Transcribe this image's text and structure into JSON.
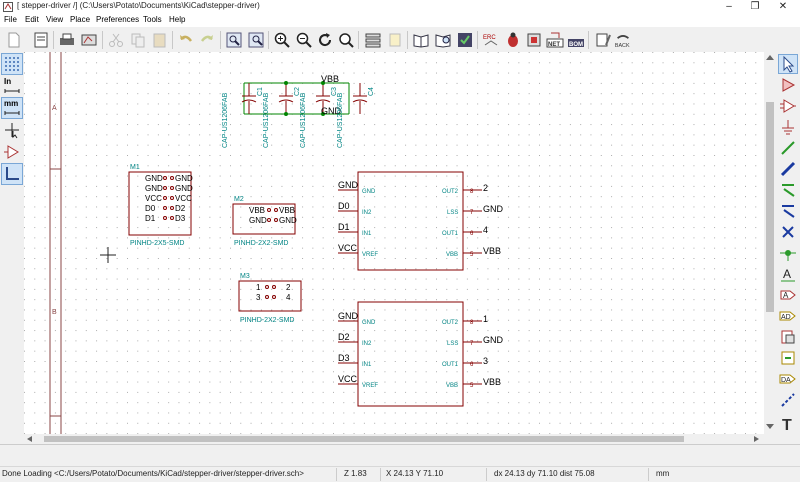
{
  "window": {
    "title": "[ stepper-driver /] (C:\\Users\\Potato\\Documents\\KiCad\\stepper-driver)",
    "minimize": "–",
    "maximize": "❐",
    "close": "✕"
  },
  "menu": [
    "File",
    "Edit",
    "View",
    "Place",
    "Preferences",
    "Tools",
    "Help"
  ],
  "left_toolbar": {
    "units_in": "In",
    "units_mm": "mm"
  },
  "schematic": {
    "frame_labels": [
      "A",
      "B"
    ],
    "caps": [
      {
        "ref": "C1",
        "value": "CAP-US1206FAB"
      },
      {
        "ref": "C2",
        "value": "CAP-US1206FAB"
      },
      {
        "ref": "C3",
        "value": "CAP-US1206FAB"
      },
      {
        "ref": "C4",
        "value": "CAP-US1206FAB"
      }
    ],
    "cap_vbb": "VBB",
    "cap_gnd": "GND",
    "m1": {
      "ref": "M1",
      "value": "PINHD-2X5-SMD",
      "left": [
        "GND",
        "GND",
        "VCC",
        "D0",
        "D1"
      ],
      "right": [
        "GND",
        "GND",
        "VCC",
        "D2",
        "D3"
      ]
    },
    "m2": {
      "ref": "M2",
      "value": "PINHD-2X2-SMD",
      "left": [
        "VBB",
        "GND"
      ],
      "right": [
        "VBB",
        "GND"
      ]
    },
    "m3": {
      "ref": "M3",
      "value": "PINHD-2X2-SMD",
      "left": [
        "1",
        "3"
      ],
      "right": [
        "2",
        "4"
      ]
    },
    "u1": {
      "left_nets": [
        "GND",
        "D0",
        "D1",
        "VCC"
      ],
      "left_pins": [
        "GND",
        "IN2",
        "IN1",
        "VREF"
      ],
      "right_pins": [
        "OUT2",
        "LSS",
        "OUT1",
        "VBB"
      ],
      "right_nums": [
        "8",
        "7",
        "6",
        "5"
      ],
      "right_nets": [
        "2",
        "GND",
        "4",
        "VBB"
      ]
    },
    "u2": {
      "left_nets": [
        "GND",
        "D2",
        "D3",
        "VCC"
      ],
      "left_pins": [
        "GND",
        "IN2",
        "IN1",
        "VREF"
      ],
      "right_pins": [
        "OUT2",
        "LSS",
        "OUT1",
        "VBB"
      ],
      "right_nums": [
        "8",
        "7",
        "6",
        "5"
      ],
      "right_nets": [
        "1",
        "GND",
        "3",
        "VBB"
      ]
    }
  },
  "status": {
    "message": "Done Loading <C:/Users/Potato/Documents/KiCad/stepper-driver/stepper-driver.sch>",
    "zoom": "Z 1.83",
    "xy": "X 24.13  Y 71.10",
    "delta": "dx 24.13  dy 71.10  dist 75.08",
    "units": "mm"
  },
  "colors": {
    "wire": "#008400",
    "body": "#840000",
    "text": "#008484",
    "net": "#000000",
    "junction": "#008400"
  }
}
